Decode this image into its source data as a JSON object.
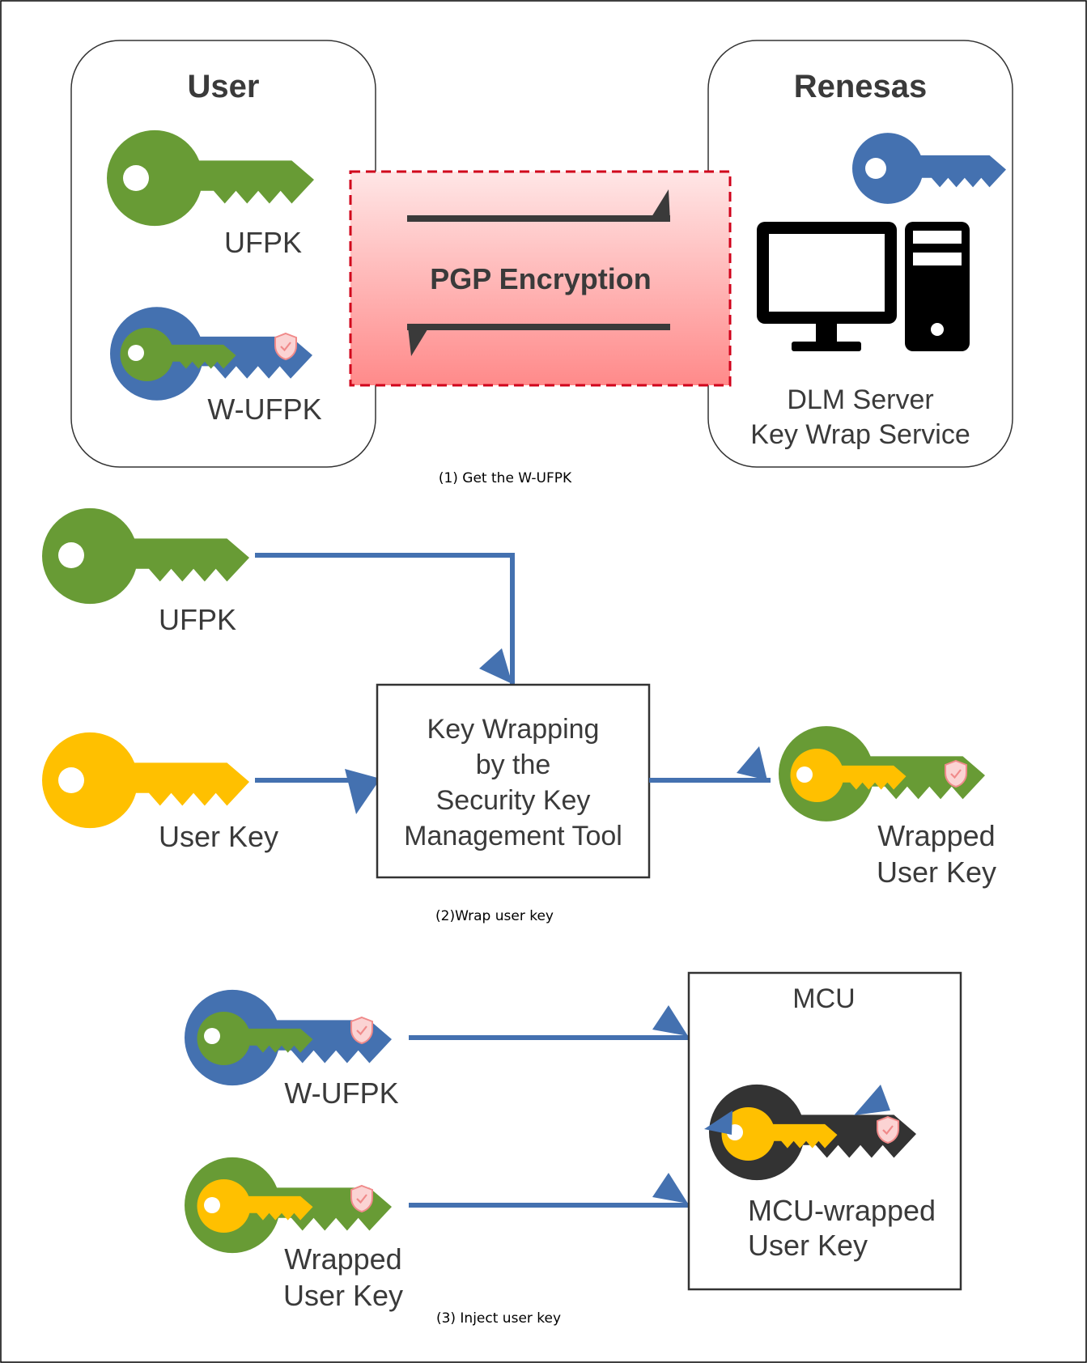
{
  "step1": {
    "user_box_title": "User",
    "renesas_box_title": "Renesas",
    "ufpk_label": "UFPK",
    "wufpk_label": "W-UFPK",
    "channel_label": "PGP Encryption",
    "server_label_line1": "DLM Server",
    "server_label_line2": "Key Wrap Service",
    "caption": "(1) Get the W-UFPK"
  },
  "step2": {
    "ufpk_label": "UFPK",
    "user_key_label": "User Key",
    "tool_line1": "Key Wrapping",
    "tool_line2": "by the",
    "tool_line3": "Security Key",
    "tool_line4": "Management Tool",
    "wrapped_line1": "Wrapped",
    "wrapped_line2": "User Key",
    "caption": "(2)Wrap user key"
  },
  "step3": {
    "wufpk_label": "W-UFPK",
    "wrapped_line1": "Wrapped",
    "wrapped_line2": "User Key",
    "mcu_title": "MCU",
    "mcu_key_line1": "MCU-wrapped",
    "mcu_key_line2": "User Key",
    "caption": "(3) Inject user key"
  },
  "colors": {
    "green_key": "#689b35",
    "blue_key": "#4471b0",
    "yellow_key": "#ffc000",
    "dark_key": "#333333",
    "arrow": "#4471b0",
    "channel_top": "#ffe4e4",
    "channel_bottom": "#ff8c8c",
    "channel_border": "#d0021b",
    "shield": "#f5a3a3"
  }
}
